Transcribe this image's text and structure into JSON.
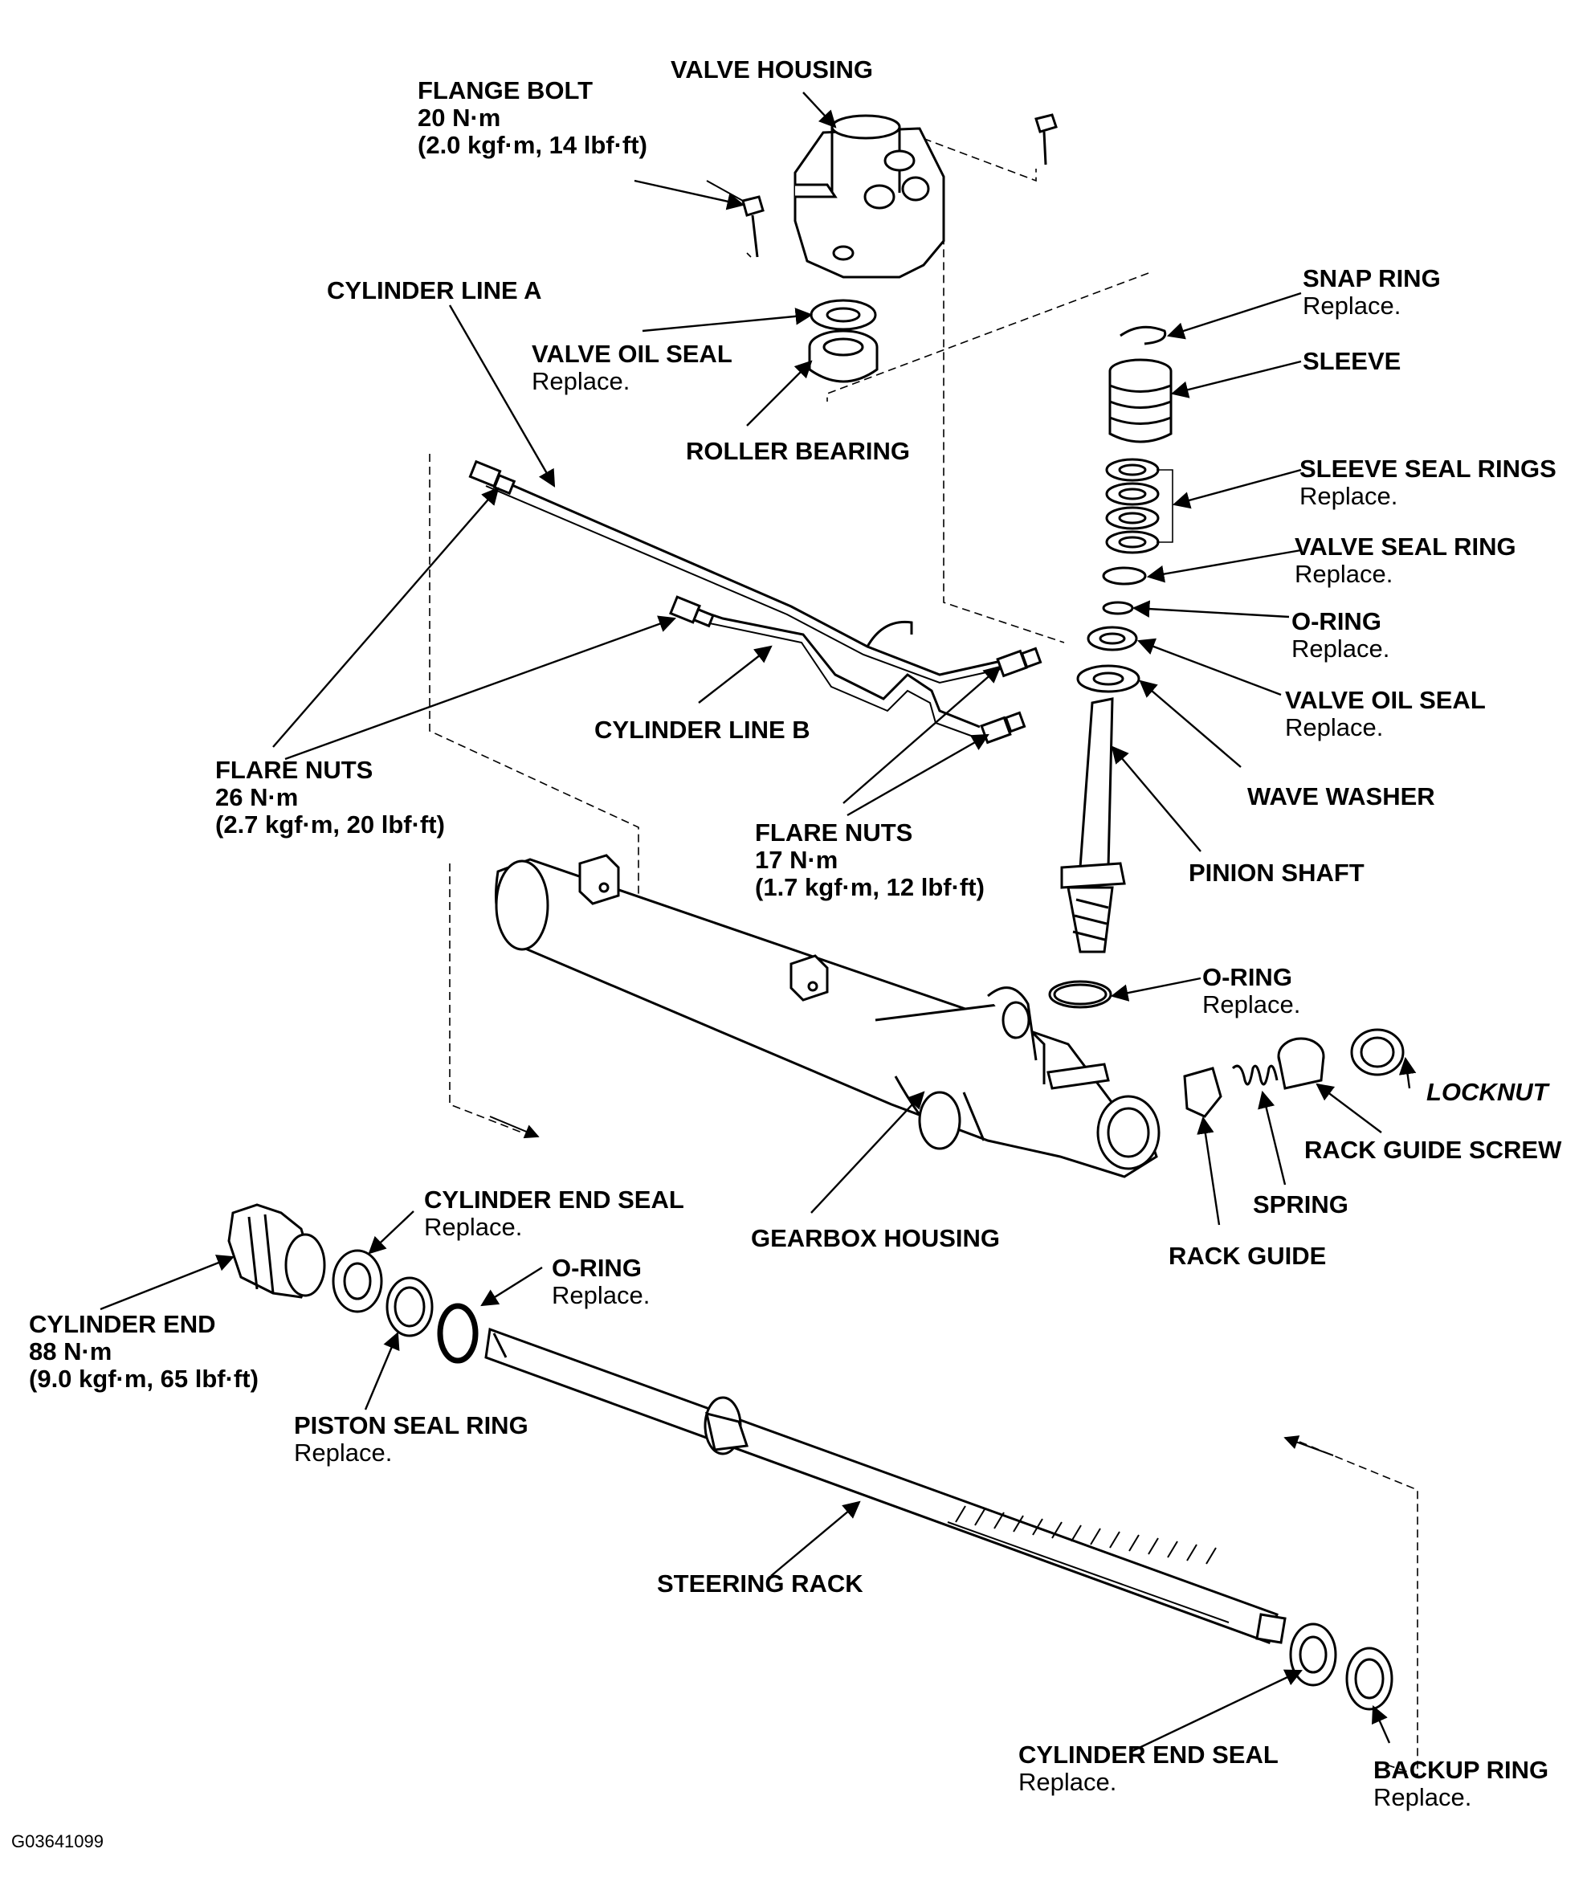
{
  "figure_id": "G03641099",
  "labels": {
    "flange_bolt": {
      "title": "FLANGE BOLT",
      "l2": "20 N·m",
      "l3": "(2.0 kgf·m, 14 lbf·ft)"
    },
    "valve_housing": {
      "title": "VALVE HOUSING"
    },
    "cylinder_line_a": {
      "title": "CYLINDER LINE A"
    },
    "valve_oil_seal_top": {
      "title": "VALVE OIL SEAL",
      "sub": "Replace."
    },
    "roller_bearing": {
      "title": "ROLLER BEARING"
    },
    "snap_ring": {
      "title": "SNAP RING",
      "sub": "Replace."
    },
    "sleeve": {
      "title": "SLEEVE"
    },
    "sleeve_seal_rings": {
      "title": "SLEEVE SEAL RINGS",
      "sub": "Replace."
    },
    "valve_seal_ring": {
      "title": "VALVE SEAL RING",
      "sub": "Replace."
    },
    "o_ring_valve": {
      "title": "O-RING",
      "sub": "Replace."
    },
    "valve_oil_seal_lower": {
      "title": "VALVE OIL SEAL",
      "sub": "Replace."
    },
    "wave_washer": {
      "title": "WAVE WASHER"
    },
    "pinion_shaft": {
      "title": "PINION SHAFT"
    },
    "cylinder_line_b": {
      "title": "CYLINDER LINE B"
    },
    "flare_nuts_26": {
      "title": "FLARE NUTS",
      "l2": "26 N·m",
      "l3": "(2.7 kgf·m, 20 lbf·ft)"
    },
    "flare_nuts_17": {
      "title": "FLARE NUTS",
      "l2": "17 N·m",
      "l3": "(1.7 kgf·m, 12 lbf·ft)"
    },
    "o_ring_pinion": {
      "title": "O-RING",
      "sub": "Replace."
    },
    "locknut": {
      "title": "LOCKNUT"
    },
    "rack_guide_screw": {
      "title": "RACK GUIDE SCREW"
    },
    "spring": {
      "title": "SPRING"
    },
    "rack_guide": {
      "title": "RACK GUIDE"
    },
    "gearbox_housing": {
      "title": "GEARBOX HOUSING"
    },
    "cylinder_end_seal_left": {
      "title": "CYLINDER END SEAL",
      "sub": "Replace."
    },
    "o_ring_cylinder": {
      "title": "O-RING",
      "sub": "Replace."
    },
    "cylinder_end": {
      "title": "CYLINDER END",
      "l2": "88 N·m",
      "l3": "(9.0 kgf·m, 65 lbf·ft)"
    },
    "piston_seal_ring": {
      "title": "PISTON SEAL RING",
      "sub": "Replace."
    },
    "steering_rack": {
      "title": "STEERING RACK"
    },
    "cylinder_end_seal_right": {
      "title": "CYLINDER END SEAL",
      "sub": "Replace."
    },
    "backup_ring": {
      "title": "BACKUP RING",
      "sub": "Replace."
    }
  }
}
